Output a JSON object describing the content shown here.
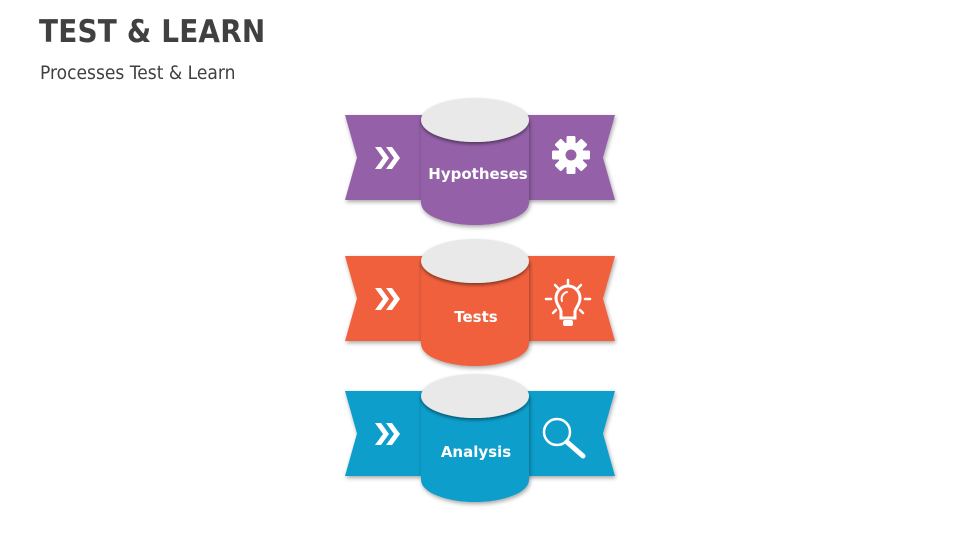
{
  "header": {
    "title": "TEST & LEARN",
    "subtitle": "Processes Test & Learn"
  },
  "colors": {
    "title": "#404040",
    "cylinder_top": "#E9E9E9"
  },
  "steps": [
    {
      "label": "Hypotheses",
      "color": "#9461A8",
      "left_icon": "double-chevron-right-icon",
      "right_icon": "gear-icon"
    },
    {
      "label": "Tests",
      "color": "#F0613C",
      "left_icon": "double-chevron-right-icon",
      "right_icon": "lightbulb-icon"
    },
    {
      "label": "Analysis",
      "color": "#0E9ECB",
      "left_icon": "double-chevron-right-icon",
      "right_icon": "magnifier-icon"
    }
  ]
}
